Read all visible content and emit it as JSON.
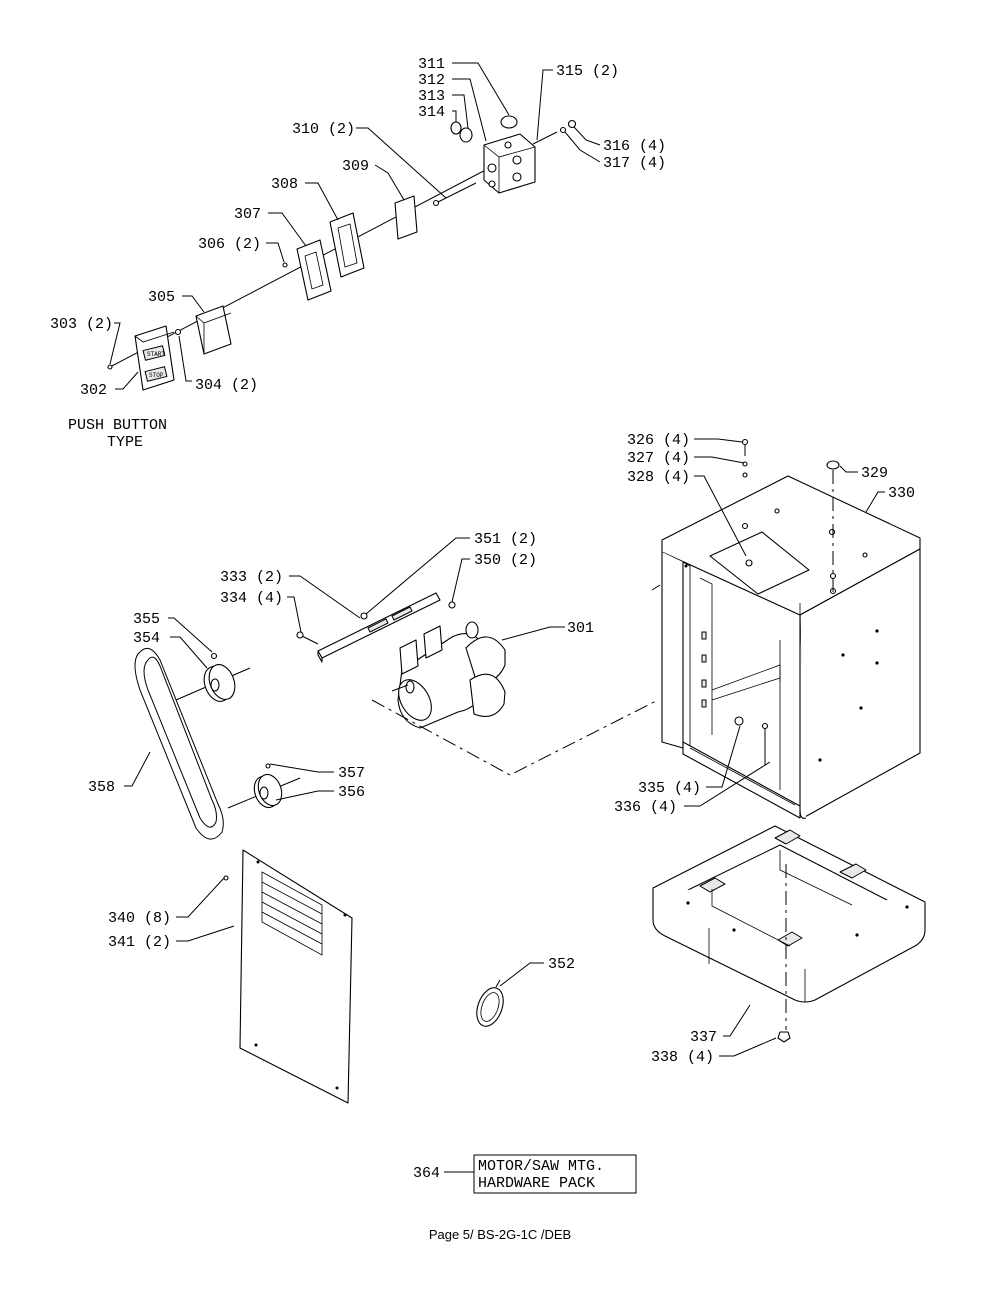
{
  "callouts": [
    {
      "id": "c311",
      "text": "311"
    },
    {
      "id": "c312",
      "text": "312"
    },
    {
      "id": "c313",
      "text": "313"
    },
    {
      "id": "c314",
      "text": "314"
    },
    {
      "id": "c315",
      "text": "315 (2)"
    },
    {
      "id": "c316",
      "text": "316 (4)"
    },
    {
      "id": "c317",
      "text": "317 (4)"
    },
    {
      "id": "c310",
      "text": "310 (2)"
    },
    {
      "id": "c309",
      "text": "309"
    },
    {
      "id": "c308",
      "text": "308"
    },
    {
      "id": "c307",
      "text": "307"
    },
    {
      "id": "c306",
      "text": "306 (2)"
    },
    {
      "id": "c305",
      "text": "305"
    },
    {
      "id": "c303",
      "text": "303 (2)"
    },
    {
      "id": "c302",
      "text": "302"
    },
    {
      "id": "c304",
      "text": "304 (2)"
    },
    {
      "id": "c326",
      "text": "326 (4)"
    },
    {
      "id": "c327",
      "text": "327 (4)"
    },
    {
      "id": "c328",
      "text": "328 (4)"
    },
    {
      "id": "c329",
      "text": "329"
    },
    {
      "id": "c330",
      "text": "330"
    },
    {
      "id": "c351",
      "text": "351 (2)"
    },
    {
      "id": "c350",
      "text": "350 (2)"
    },
    {
      "id": "c333",
      "text": "333 (2)"
    },
    {
      "id": "c334",
      "text": "334 (4)"
    },
    {
      "id": "c301",
      "text": "301"
    },
    {
      "id": "c355",
      "text": "355"
    },
    {
      "id": "c354",
      "text": "354"
    },
    {
      "id": "c358",
      "text": "358"
    },
    {
      "id": "c357",
      "text": "357"
    },
    {
      "id": "c356",
      "text": "356"
    },
    {
      "id": "c335",
      "text": "335 (4)"
    },
    {
      "id": "c336",
      "text": "336 (4)"
    },
    {
      "id": "c340",
      "text": "340 (8)"
    },
    {
      "id": "c341",
      "text": "341 (2)"
    },
    {
      "id": "c352",
      "text": "352"
    },
    {
      "id": "c337",
      "text": "337"
    },
    {
      "id": "c338",
      "text": "338 (4)"
    },
    {
      "id": "c364",
      "text": "364"
    }
  ],
  "push_button_caption": {
    "line1": "PUSH BUTTON",
    "line2": "TYPE"
  },
  "hardware_pack_box": {
    "line1": "MOTOR/SAW MTG.",
    "line2": "HARDWARE PACK"
  },
  "switch_face": {
    "start": "START",
    "stop": "STOP"
  },
  "footer": "Page 5/ BS-2G-1C /DEB"
}
